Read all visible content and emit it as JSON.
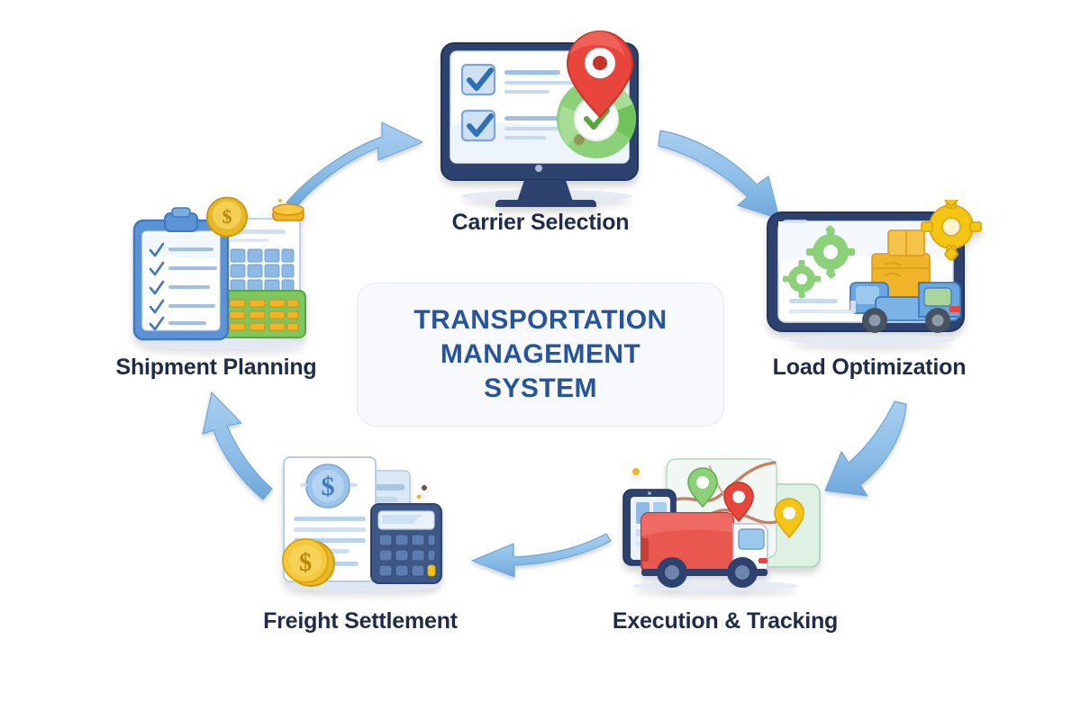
{
  "diagram": {
    "type": "cyclic-process-flow",
    "center": {
      "title_lines": [
        "TRANSPORTATION",
        "MANAGEMENT",
        "SYSTEM"
      ],
      "title_full": "TRANSPORTATION MANAGEMENT SYSTEM",
      "line1": "TRANSPORTATION",
      "line2": "MANAGEMENT",
      "line3": "SYSTEM",
      "text_color": "#27559b",
      "background_color": "#f7f9fc",
      "border_color": "#e3e9f0"
    },
    "background_color": "#ffffff",
    "label_color": "#1e2c49",
    "arrow_color": "#8ec0e8",
    "arrow_stroke_color": "#6a9fd4",
    "nodes": [
      {
        "id": "carrier-selection",
        "label": "Carrier Selection",
        "position": "top",
        "icon": "monitor-checklist-map-pin-donut-chart-icon",
        "icon_elements": [
          "desktop-monitor",
          "checkbox-list",
          "green-donut-chart",
          "check-circle",
          "red-map-pin"
        ]
      },
      {
        "id": "load-optimization",
        "label": "Load Optimization",
        "position": "right",
        "icon": "tablet-truck-boxes-gear-icon",
        "icon_elements": [
          "tablet-screen",
          "green-gears",
          "blue-truck",
          "yellow-cargo-boxes",
          "yellow-gear"
        ]
      },
      {
        "id": "execution-tracking",
        "label": "Execution & Tracking",
        "position": "bottom-right",
        "icon": "map-route-truck-pins-icon",
        "icon_elements": [
          "route-map-card",
          "green-map-pin",
          "red-map-pin",
          "yellow-map-pin",
          "red-delivery-truck",
          "navy-tablet",
          "green-card"
        ]
      },
      {
        "id": "freight-settlement",
        "label": "Freight Settlement",
        "position": "bottom-left",
        "icon": "invoice-calculator-coins-icon",
        "icon_elements": [
          "invoice-document",
          "dollar-circle",
          "navy-calculator",
          "gold-coins"
        ]
      },
      {
        "id": "shipment-planning",
        "label": "Shipment Planning",
        "position": "left",
        "icon": "clipboard-checklist-calendar-coins-icon",
        "icon_elements": [
          "blue-clipboard",
          "checklist-rows",
          "calendar-grid",
          "green-panel",
          "gold-coins"
        ]
      }
    ],
    "arrows": [
      {
        "id": "arrow-planning-to-carrier",
        "from": "shipment-planning",
        "to": "carrier-selection",
        "direction": "up-right"
      },
      {
        "id": "arrow-carrier-to-load",
        "from": "carrier-selection",
        "to": "load-optimization",
        "direction": "down-right"
      },
      {
        "id": "arrow-load-to-execution",
        "from": "load-optimization",
        "to": "execution-tracking",
        "direction": "down-left"
      },
      {
        "id": "arrow-execution-to-freight",
        "from": "execution-tracking",
        "to": "freight-settlement",
        "direction": "left"
      },
      {
        "id": "arrow-freight-to-planning",
        "from": "freight-settlement",
        "to": "shipment-planning",
        "direction": "up-left"
      }
    ]
  }
}
